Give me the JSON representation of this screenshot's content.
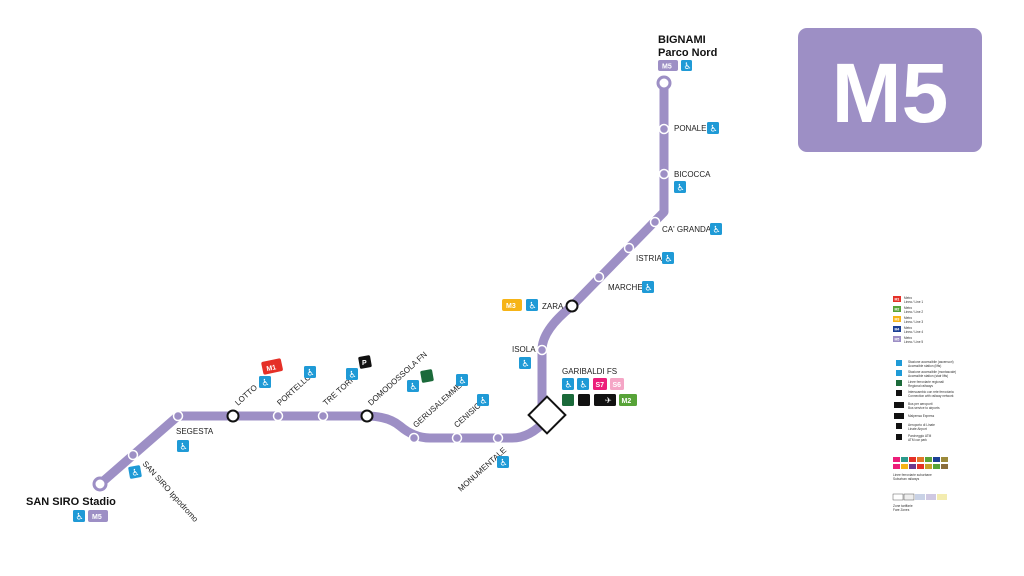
{
  "line": {
    "badge": "M5",
    "color": "#9d8fc5"
  },
  "terminals": {
    "north": [
      "BIGNAMI",
      "Parco Nord"
    ],
    "south": "SAN SIRO Stadio"
  },
  "stations": [
    {
      "id": "ponale",
      "name": "PONALE"
    },
    {
      "id": "bicocca",
      "name": "BICOCCA"
    },
    {
      "id": "cagranda",
      "name": "CA' GRANDA"
    },
    {
      "id": "istria",
      "name": "ISTRIA"
    },
    {
      "id": "marche",
      "name": "MARCHE"
    },
    {
      "id": "zara",
      "name": "ZARA"
    },
    {
      "id": "isola",
      "name": "ISOLA"
    },
    {
      "id": "garibaldi",
      "name": "GARIBALDI FS"
    },
    {
      "id": "monumentale",
      "name": "MONUMENTALE"
    },
    {
      "id": "cenisio",
      "name": "CENISIO"
    },
    {
      "id": "gerusalemme",
      "name": "GERUSALEMME"
    },
    {
      "id": "domodossola",
      "name": "DOMODOSSOLA FN"
    },
    {
      "id": "tretorri",
      "name": "TRE TORRI"
    },
    {
      "id": "portello",
      "name": "PORTELLO"
    },
    {
      "id": "lotto",
      "name": "LOTTO"
    },
    {
      "id": "segesta",
      "name": "SEGESTA"
    },
    {
      "id": "ippodromo",
      "name": "SAN SIRO Ippodromo"
    }
  ],
  "interchange_badges": {
    "lotto": "M1",
    "zara": "M3",
    "garibaldi_line": "M2",
    "garibaldi_s1": "S7",
    "garibaldi_s2": "S6",
    "parking": "P"
  },
  "colors": {
    "m1": "#e53027",
    "m2": "#57a338",
    "m3": "#f6b417",
    "m4": "#1b3f94",
    "m5": "#9d8fc5",
    "access": "#1f9ad6",
    "rail": "#ec1e7a",
    "rail_light": "#f5a6c6"
  },
  "legend": {
    "lines": [
      {
        "badge": "M1",
        "title": "Metro",
        "sub": "Linea / Line 1"
      },
      {
        "badge": "M2",
        "title": "Metro",
        "sub": "Linea / Line 2"
      },
      {
        "badge": "M3",
        "title": "Metro",
        "sub": "Linea / Line 3"
      },
      {
        "badge": "M4",
        "title": "Metro",
        "sub": "Linea / Line 4"
      },
      {
        "badge": "M5",
        "title": "Metro",
        "sub": "Linea / Line 5"
      }
    ],
    "services": [
      {
        "title": "Stazione accessibile (ascensori)",
        "sub": "Accessible station (lifts)"
      },
      {
        "title": "Stazione accessibile (montascale)",
        "sub": "Accessible station (stair lifts)"
      },
      {
        "title": "Linee ferroviarie regionali",
        "sub": "Regional railways"
      },
      {
        "title": "Interscambio con rete ferroviaria",
        "sub": "Connection with railway network"
      },
      {
        "title": "Bus per aeroporti",
        "sub": "Bus service to airports"
      },
      {
        "title": "Malpensa Express",
        "sub": ""
      },
      {
        "title": "Aeroporto di Linate",
        "sub": "Linate Airport"
      },
      {
        "title": "Parcheggio ATM",
        "sub": "ATM car park"
      }
    ],
    "suburban_title": "Linee ferroviarie suburbane",
    "suburban_sub": "Suburban railways",
    "fare_title": "Zone tariffarie",
    "fare_sub": "Fare Zones"
  }
}
